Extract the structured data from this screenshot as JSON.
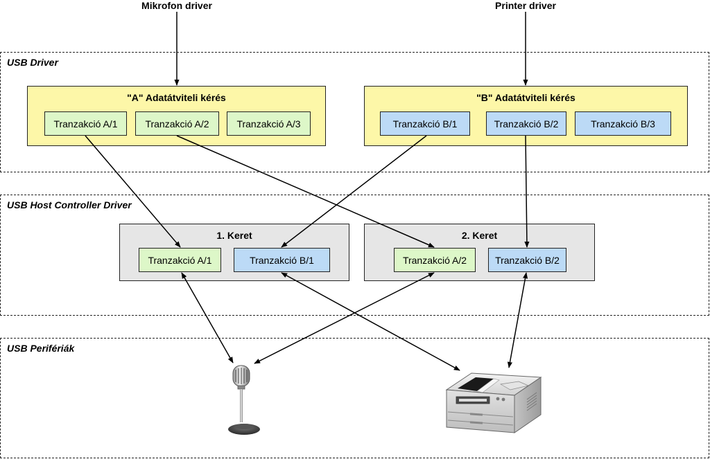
{
  "drivers": {
    "mic_driver": "Mikrofon driver",
    "printer_driver": "Printer driver"
  },
  "layers": {
    "usb_driver": "USB Driver",
    "host_controller": "USB Host Controller Driver",
    "peripherals": "USB Perifériák"
  },
  "requests": {
    "a": {
      "title": "\"A\" Adatátviteli kérés",
      "tx": [
        "Tranzakció A/1",
        "Tranzakció A/2",
        "Tranzakció A/3"
      ]
    },
    "b": {
      "title": "\"B\" Adatátviteli kérés",
      "tx": [
        "Tranzakció B/1",
        "Tranzakció B/2",
        "Tranzakció B/3"
      ]
    }
  },
  "frames": {
    "f1": {
      "title": "1. Keret",
      "tx": [
        "Tranzakció A/1",
        "Tranzakció B/1"
      ]
    },
    "f2": {
      "title": "2. Keret",
      "tx": [
        "Tranzakció A/2",
        "Tranzakció B/2"
      ]
    }
  },
  "icons": {
    "microphone": "microphone-icon",
    "printer": "printer-icon"
  },
  "colors": {
    "request_fill": "#fdf7a8",
    "frame_fill": "#e6e6e6",
    "tx_a_fill": "#ddf7c8",
    "tx_b_fill": "#bcdaf6"
  }
}
